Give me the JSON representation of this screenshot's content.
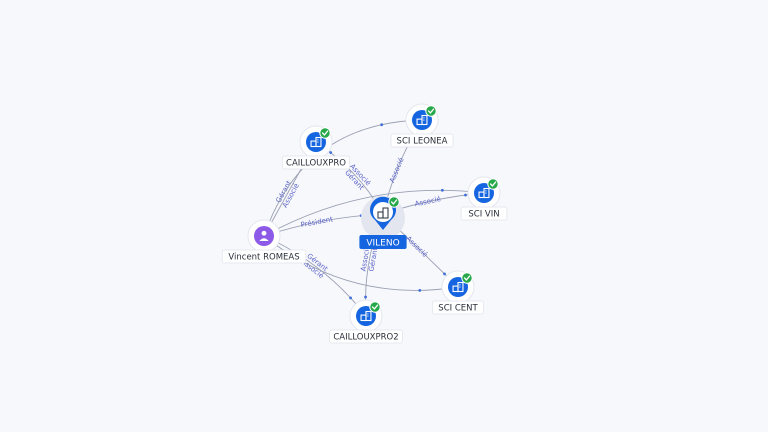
{
  "graph": {
    "colors": {
      "company": "#1565e0",
      "person": "#8d5ae8",
      "verified": "#27a84a",
      "edge": "#9aa1b4",
      "edge_label": "#5b63c9",
      "main_label_bg": "#1565e0"
    },
    "nodes": [
      {
        "id": "vileno",
        "label": "VILENO",
        "type": "company",
        "main": true,
        "verified": true,
        "icon": "building-icon"
      },
      {
        "id": "vincent",
        "label": "Vincent ROMEAS",
        "type": "person",
        "verified": false,
        "icon": "person-icon"
      },
      {
        "id": "caillouxpro",
        "label": "CAILLOUXPRO",
        "type": "company",
        "verified": true,
        "icon": "building-icon"
      },
      {
        "id": "scileonea",
        "label": "SCI LEONEA",
        "type": "company",
        "verified": true,
        "icon": "building-icon"
      },
      {
        "id": "scivin",
        "label": "SCI VIN",
        "type": "company",
        "verified": true,
        "icon": "building-icon"
      },
      {
        "id": "scicent",
        "label": "SCI CENT",
        "type": "company",
        "verified": true,
        "icon": "building-icon"
      },
      {
        "id": "caillouxpro2",
        "label": "CAILLOUXPRO2",
        "type": "company",
        "verified": true,
        "icon": "building-icon"
      }
    ],
    "edges": [
      {
        "from": "vincent",
        "to": "vileno",
        "labels": [
          "Président"
        ]
      },
      {
        "from": "vincent",
        "to": "caillouxpro",
        "labels": [
          "Gérant",
          "Associé"
        ]
      },
      {
        "from": "vincent",
        "to": "caillouxpro2",
        "labels": [
          "Gérant",
          "Associé"
        ]
      },
      {
        "from": "vincent",
        "to": "scileonea",
        "labels": []
      },
      {
        "from": "vincent",
        "to": "scivin",
        "labels": []
      },
      {
        "from": "vincent",
        "to": "scicent",
        "labels": []
      },
      {
        "from": "vileno",
        "to": "caillouxpro",
        "labels": [
          "Gérant",
          "Associé"
        ]
      },
      {
        "from": "vileno",
        "to": "scileonea",
        "labels": [
          "Associé"
        ]
      },
      {
        "from": "vileno",
        "to": "scivin",
        "labels": [
          "Associé"
        ]
      },
      {
        "from": "vileno",
        "to": "scicent",
        "labels": [
          "Associé"
        ]
      },
      {
        "from": "vileno",
        "to": "caillouxpro2",
        "labels": [
          "Gérant",
          "Associé"
        ]
      }
    ]
  }
}
